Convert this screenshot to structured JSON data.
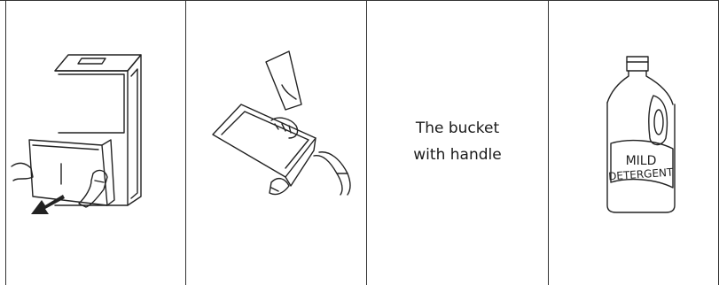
{
  "cells": [
    {
      "illustration": "dehumidifier-bucket-removal"
    },
    {
      "illustration": "emptying-bucket"
    },
    {
      "caption": [
        "The bucket",
        "with handle"
      ]
    },
    {
      "illustration": "detergent-bottle",
      "label": [
        "MILD",
        "DETERGENT"
      ]
    }
  ]
}
